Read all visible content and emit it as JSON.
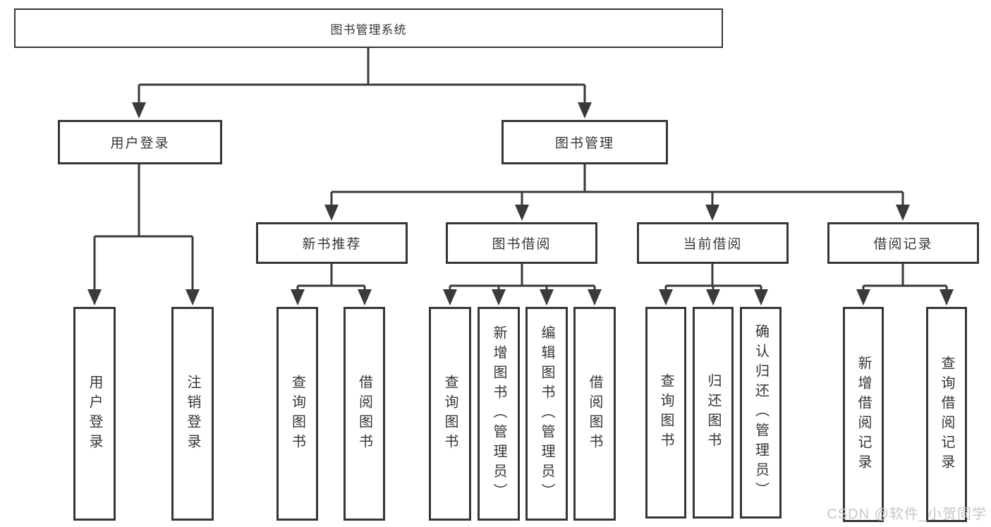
{
  "diagram": {
    "root": "图书管理系统",
    "user_login": {
      "label": "用户登录",
      "children": [
        {
          "label": "用户登录"
        },
        {
          "label": "注销登录"
        }
      ]
    },
    "book_management": {
      "label": "图书管理",
      "sections": [
        {
          "label": "新书推荐",
          "children": [
            {
              "label": "查询图书"
            },
            {
              "label": "借阅图书"
            }
          ]
        },
        {
          "label": "图书借阅",
          "children": [
            {
              "label": "查询图书"
            },
            {
              "label": "新增图书（管理员）"
            },
            {
              "label": "编辑图书（管理员）"
            },
            {
              "label": "借阅图书"
            }
          ]
        },
        {
          "label": "当前借阅",
          "children": [
            {
              "label": "查询图书"
            },
            {
              "label": "归还图书"
            },
            {
              "label": "确认归还（管理员）"
            }
          ]
        },
        {
          "label": "借阅记录",
          "children": [
            {
              "label": "新增借阅记录"
            },
            {
              "label": "查询借阅记录"
            }
          ]
        }
      ]
    }
  },
  "watermark": "CSDN @软件_小贺同学",
  "colors": {
    "line": "#3a3a3a",
    "text": "#363636",
    "background": "#ffffff",
    "watermark": "#c6c6c6"
  }
}
